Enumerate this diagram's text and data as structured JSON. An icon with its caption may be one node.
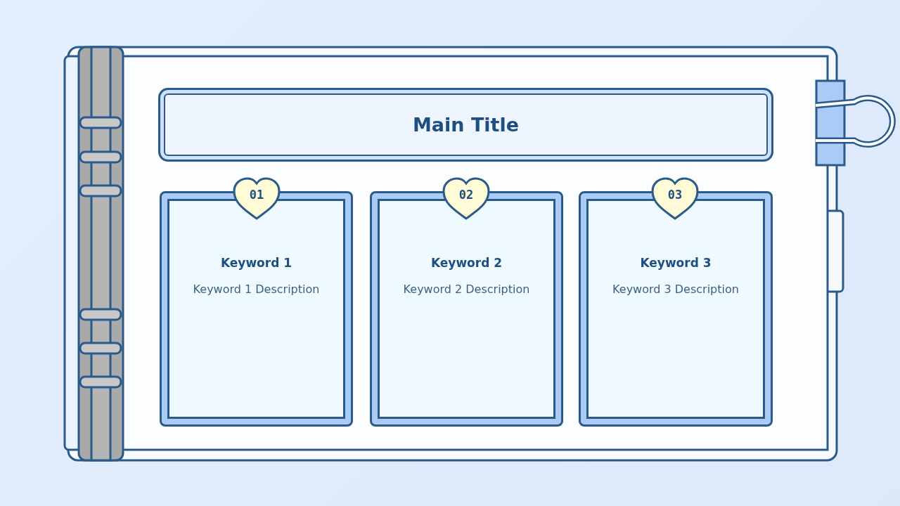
{
  "diagram": {
    "nodes": [
      {
        "text": [
          "Main Title"
        ]
      },
      {
        "text": [
          "01"
        ]
      },
      {
        "text": [
          "Keyword 1",
          "Keyword 1 Description"
        ]
      },
      {
        "text": [
          "02"
        ]
      },
      {
        "text": [
          "Keyword 2",
          "Keyword 2 Description"
        ]
      },
      {
        "text": [
          "03"
        ]
      },
      {
        "text": [
          "Keyword 3",
          "Keyword 3 Description"
        ]
      }
    ]
  }
}
